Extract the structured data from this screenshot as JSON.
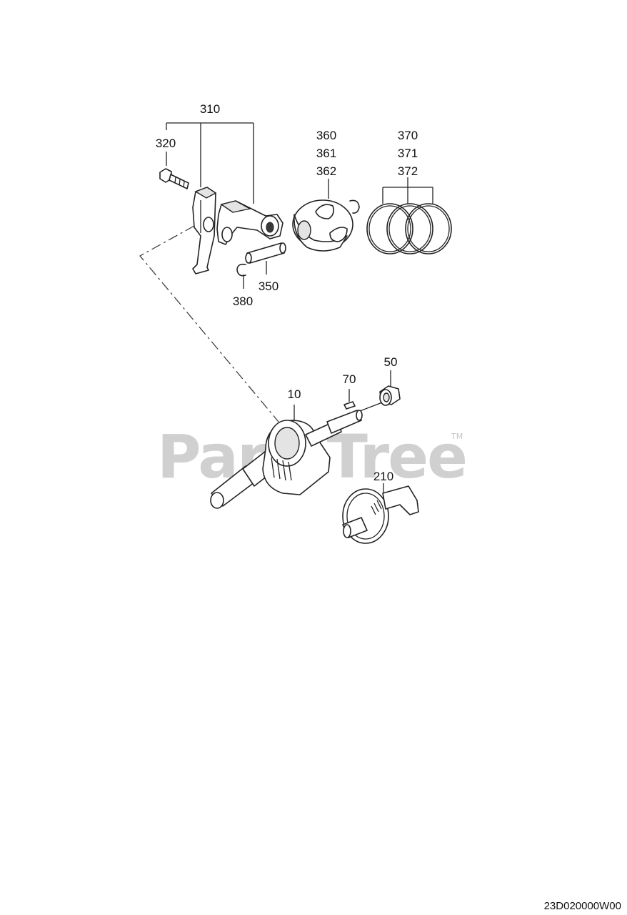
{
  "watermark": {
    "text": "PartsTree",
    "trademark": "TM"
  },
  "diagram_code": "23D020000W00",
  "callouts": {
    "c310": "310",
    "c320": "320",
    "c360": "360",
    "c361": "361",
    "c362": "362",
    "c370": "370",
    "c371": "371",
    "c372": "372",
    "c350": "350",
    "c380": "380",
    "c10": "10",
    "c70": "70",
    "c50": "50",
    "c210": "210"
  },
  "icons": [
    "connecting-rod-icon",
    "bolt-icon",
    "piston-icon",
    "piston-ring-icon",
    "piston-pin-icon",
    "retaining-clip-icon",
    "crankshaft-icon",
    "key-icon",
    "flange-nut-icon",
    "camshaft-icon"
  ]
}
